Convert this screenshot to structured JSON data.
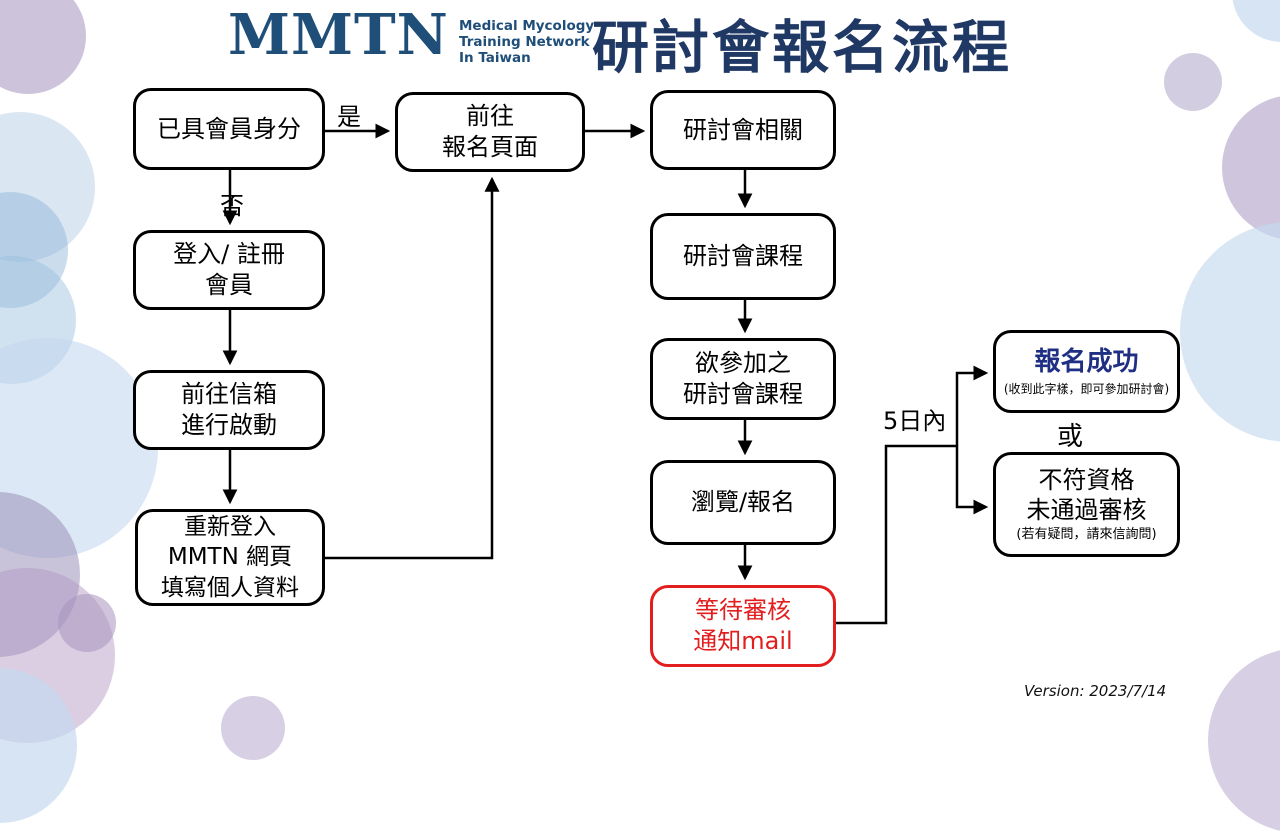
{
  "logo": {
    "abbr": "MMTN",
    "tagline": "Medical Mycology\nTraining Network\nIn Taiwan"
  },
  "header": {
    "title": "研討會報名流程"
  },
  "colors": {
    "brand_navy": "#1f3864",
    "logo_blue": "#1f4e79",
    "success_navy": "#1f2f83",
    "alert_red": "#e21e1e",
    "line_black": "#000000"
  },
  "flow": {
    "nodes": {
      "member": {
        "text": "已具會員身分"
      },
      "goto_reg": {
        "text": "前往\n報名頁面"
      },
      "login": {
        "text": "登入/ 註冊\n會員"
      },
      "mailbox": {
        "text": "前往信箱\n進行啟動"
      },
      "relogin": {
        "text": "重新登入\nMMTN 網頁\n填寫個人資料"
      },
      "related": {
        "text": "研討會相關"
      },
      "courses": {
        "text": "研討會課程"
      },
      "desired": {
        "text": "欲參加之\n研討會課程"
      },
      "browse": {
        "text": "瀏覽/報名"
      },
      "wait": {
        "text": "等待審核\n通知mail"
      },
      "success": {
        "title": "報名成功",
        "note": "(收到此字樣，即可參加研討會)"
      },
      "fail": {
        "title": "不符資格\n未通過審核",
        "note": "(若有疑問，請來信詢問)"
      }
    },
    "labels": {
      "yes": "是",
      "no": "否",
      "within_5_days": "5日內",
      "or": "或"
    }
  },
  "footer": {
    "version": "Version: 2023/7/14"
  }
}
